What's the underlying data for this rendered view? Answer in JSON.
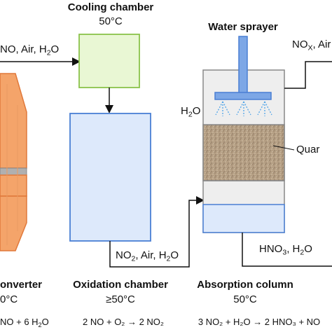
{
  "cooling": {
    "title": "Cooling chamber",
    "temp": "50°C"
  },
  "water_sprayer": {
    "title": "Water sprayer"
  },
  "converter": {
    "title": "onverter",
    "temp": "0°C",
    "eq": "NO + 6 H",
    "eq_sub": "2",
    "eq_end": "O"
  },
  "oxidation": {
    "title": "Oxidation chamber",
    "temp": "≥50°C"
  },
  "absorption": {
    "title": "Absorption column",
    "temp": "50°C"
  },
  "flows": {
    "in_left": "NO, Air, H",
    "in_left_sub": "2",
    "in_left_end": "O",
    "no2_mix": "NO",
    "no2_mix_sub": "2",
    "no2_mix_mid": ", Air, H",
    "no2_mix_sub2": "2",
    "no2_mix_end": "O",
    "nox_out": "NO",
    "nox_out_sub": "X",
    "nox_out_end": ", Air",
    "h2o": "H",
    "h2o_sub": "2",
    "h2o_end": "O",
    "hno3_out": "HNO",
    "hno3_out_sub": "3",
    "hno3_out_end": ", H",
    "hno3_out_sub2": "2",
    "hno3_out_end2": "O",
    "quartz": "Quar"
  },
  "equations": {
    "oxidation_eq": "2 NO + O₂ → 2 NO₂",
    "absorption_eq": "3 NO₂ + H₂O → 2 HNO₃ + NO"
  },
  "colors": {
    "converter_fill": "#f4a46a",
    "converter_stroke": "#e0783a",
    "cooling_fill": "#e9f7d4",
    "cooling_stroke": "#8bc34a",
    "oxidation_fill": "#dde9fb",
    "oxidation_stroke": "#4a7fd4",
    "column_fill": "#eeeeee",
    "column_stroke": "#888888",
    "sprayer_fill": "#7da7e6",
    "spray_color": "#4fa3e8",
    "quartz_fill": "#b59f84"
  }
}
